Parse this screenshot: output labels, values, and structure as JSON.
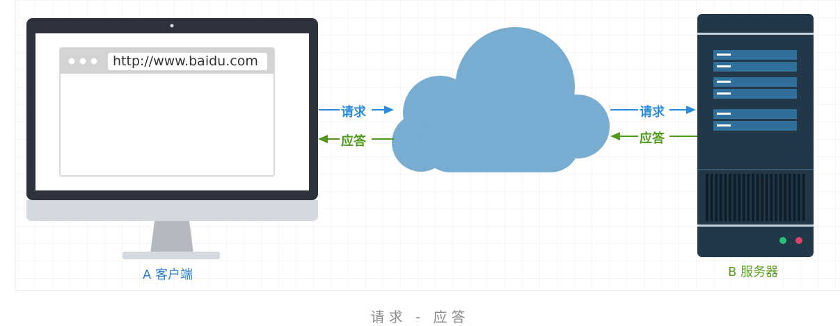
{
  "browser": {
    "url": "http://www.baidu.com"
  },
  "client": {
    "label": "A 客户端"
  },
  "server": {
    "label": "B 服务器"
  },
  "arrows": {
    "left_request": "请求",
    "left_response": "应答",
    "right_request": "请求",
    "right_response": "应答"
  },
  "caption": "请求 - 应答",
  "colors": {
    "request": "#2b8cdf",
    "response": "#4f9a1a",
    "cloud": "#78add1",
    "client_label": "#2b7fd6",
    "server_label": "#5a9e1f"
  },
  "icons": {
    "monitor": "desktop-monitor-icon",
    "cloud": "cloud-icon",
    "server": "server-rack-icon"
  }
}
